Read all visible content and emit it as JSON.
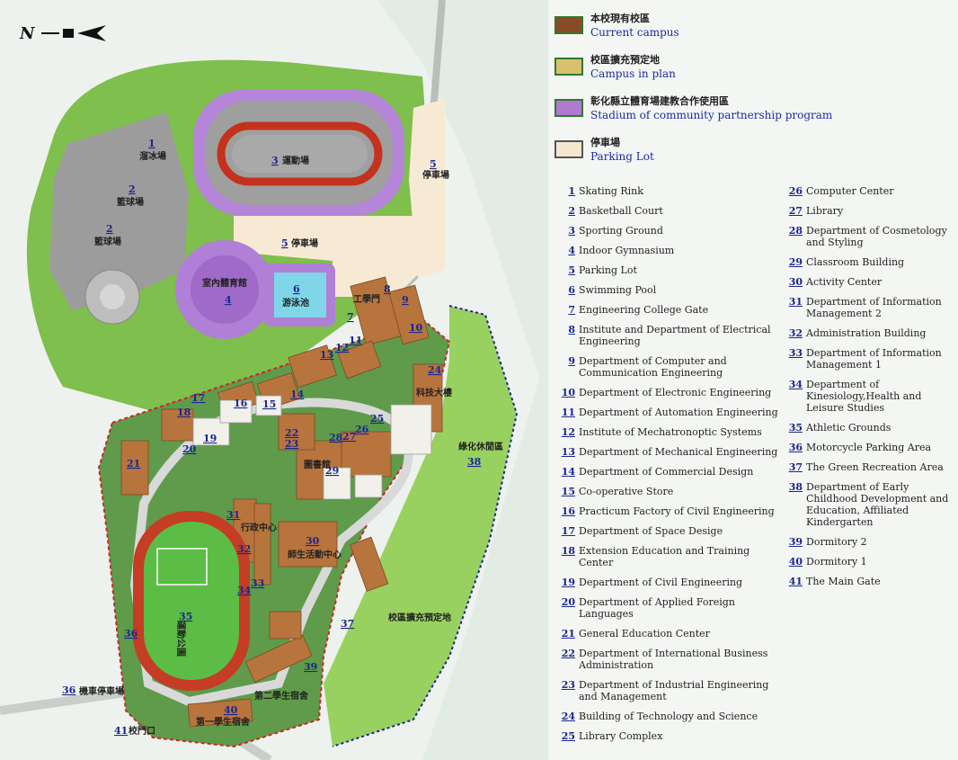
{
  "compass": {
    "letter": "N"
  },
  "legend": [
    {
      "zh": "本校現有校區",
      "en": "Current campus",
      "swatch": "#8a4a28",
      "border": "#2d7a2d"
    },
    {
      "zh": "校區擴充預定地",
      "en": "Campus in plan",
      "swatch": "#d8c070",
      "border": "#2d7a2d"
    },
    {
      "zh": "彰化縣立體育場建教合作使用區",
      "en": "Stadium of community partnership program",
      "swatch": "#b07ad0",
      "border": "#2d7a2d"
    },
    {
      "zh": "停車場",
      "en": "Parking Lot",
      "swatch": "#f5e6cf",
      "border": "#555"
    }
  ],
  "index_col1": [
    {
      "num": "1",
      "name": "Skating Rink"
    },
    {
      "num": "2",
      "name": "Basketball Court"
    },
    {
      "num": "3",
      "name": "Sporting Ground"
    },
    {
      "num": "4",
      "name": "Indoor Gymnasium"
    },
    {
      "num": "5",
      "name": "Parking Lot"
    },
    {
      "num": "6",
      "name": "Swimming Pool"
    },
    {
      "num": "7",
      "name": "Engineering College Gate"
    },
    {
      "num": "8",
      "name": "Institute and Department of Electrical Engineering"
    },
    {
      "num": "9",
      "name": "Department of Computer and Communication Engineering"
    },
    {
      "num": "10",
      "name": "Department of Electronic Engineering"
    },
    {
      "num": "11",
      "name": "Department of Automation Engineering"
    },
    {
      "num": "12",
      "name": "Institute of Mechatronoptic Systems"
    },
    {
      "num": "13",
      "name": "Department of Mechanical Engineering"
    },
    {
      "num": "14",
      "name": "Department of Commercial Design"
    },
    {
      "num": "15",
      "name": "Co-operative Store"
    },
    {
      "num": "16",
      "name": "Practicum Factory of Civil Engineering"
    },
    {
      "num": "17",
      "name": "Department of Space Desige"
    },
    {
      "num": "18",
      "name": "Extension Education and Training Center"
    },
    {
      "num": "19",
      "name": "Department of Civil Engineering"
    },
    {
      "num": "20",
      "name": "Department of Applied Foreign Languages"
    },
    {
      "num": "21",
      "name": "General Education Center"
    },
    {
      "num": "22",
      "name": "Department of International Business Administration"
    },
    {
      "num": "23",
      "name": "Department of Industrial Engineering and Management"
    },
    {
      "num": "24",
      "name": "Building of Technology and Science"
    },
    {
      "num": "25",
      "name": "Library Complex"
    }
  ],
  "index_col2": [
    {
      "num": "26",
      "name": "Computer Center"
    },
    {
      "num": "27",
      "name": "Library"
    },
    {
      "num": "28",
      "name": "Department of Cosmetology and Styling"
    },
    {
      "num": "29",
      "name": "Classroom Building"
    },
    {
      "num": "30",
      "name": "Activity Center"
    },
    {
      "num": "31",
      "name": "Department of Information Management 2"
    },
    {
      "num": "32",
      "name": "Administration Building"
    },
    {
      "num": "33",
      "name": "Department of Information Management 1"
    },
    {
      "num": "34",
      "name": "Department of Kinesiology,Health and Leisure Studies"
    },
    {
      "num": "35",
      "name": "Athletic Grounds"
    },
    {
      "num": "36",
      "name": "Motorcycle Parking Area"
    },
    {
      "num": "37",
      "name": "The Green Recreation Area"
    },
    {
      "num": "38",
      "name": "Department of Early Childhood Development and Education, Affiliated Kindergarten"
    },
    {
      "num": "39",
      "name": "Dormitory 2"
    },
    {
      "num": "40",
      "name": "Dormitory 1"
    },
    {
      "num": "41",
      "name": "The Main Gate"
    }
  ],
  "map_labels": {
    "skating": "溜冰場",
    "basket1": "籃球場",
    "basket2": "籃球場",
    "ground": "運動場",
    "gym": "室內體育館",
    "pool": "游泳池",
    "parking": "停車場",
    "parking_n": "停車場",
    "park": "運動公園",
    "admin": "行政中心",
    "activity": "師生活動中心",
    "library": "圖書館",
    "eng_gate": "工學門",
    "tech": "科技大樓",
    "green_area": "綠化休閒區",
    "expansion": "校區擴充預定地",
    "dorm1": "第一學生宿舍",
    "dorm2": "第二學生宿舍",
    "main_gate": "校門口",
    "moto": "機車停車場"
  }
}
